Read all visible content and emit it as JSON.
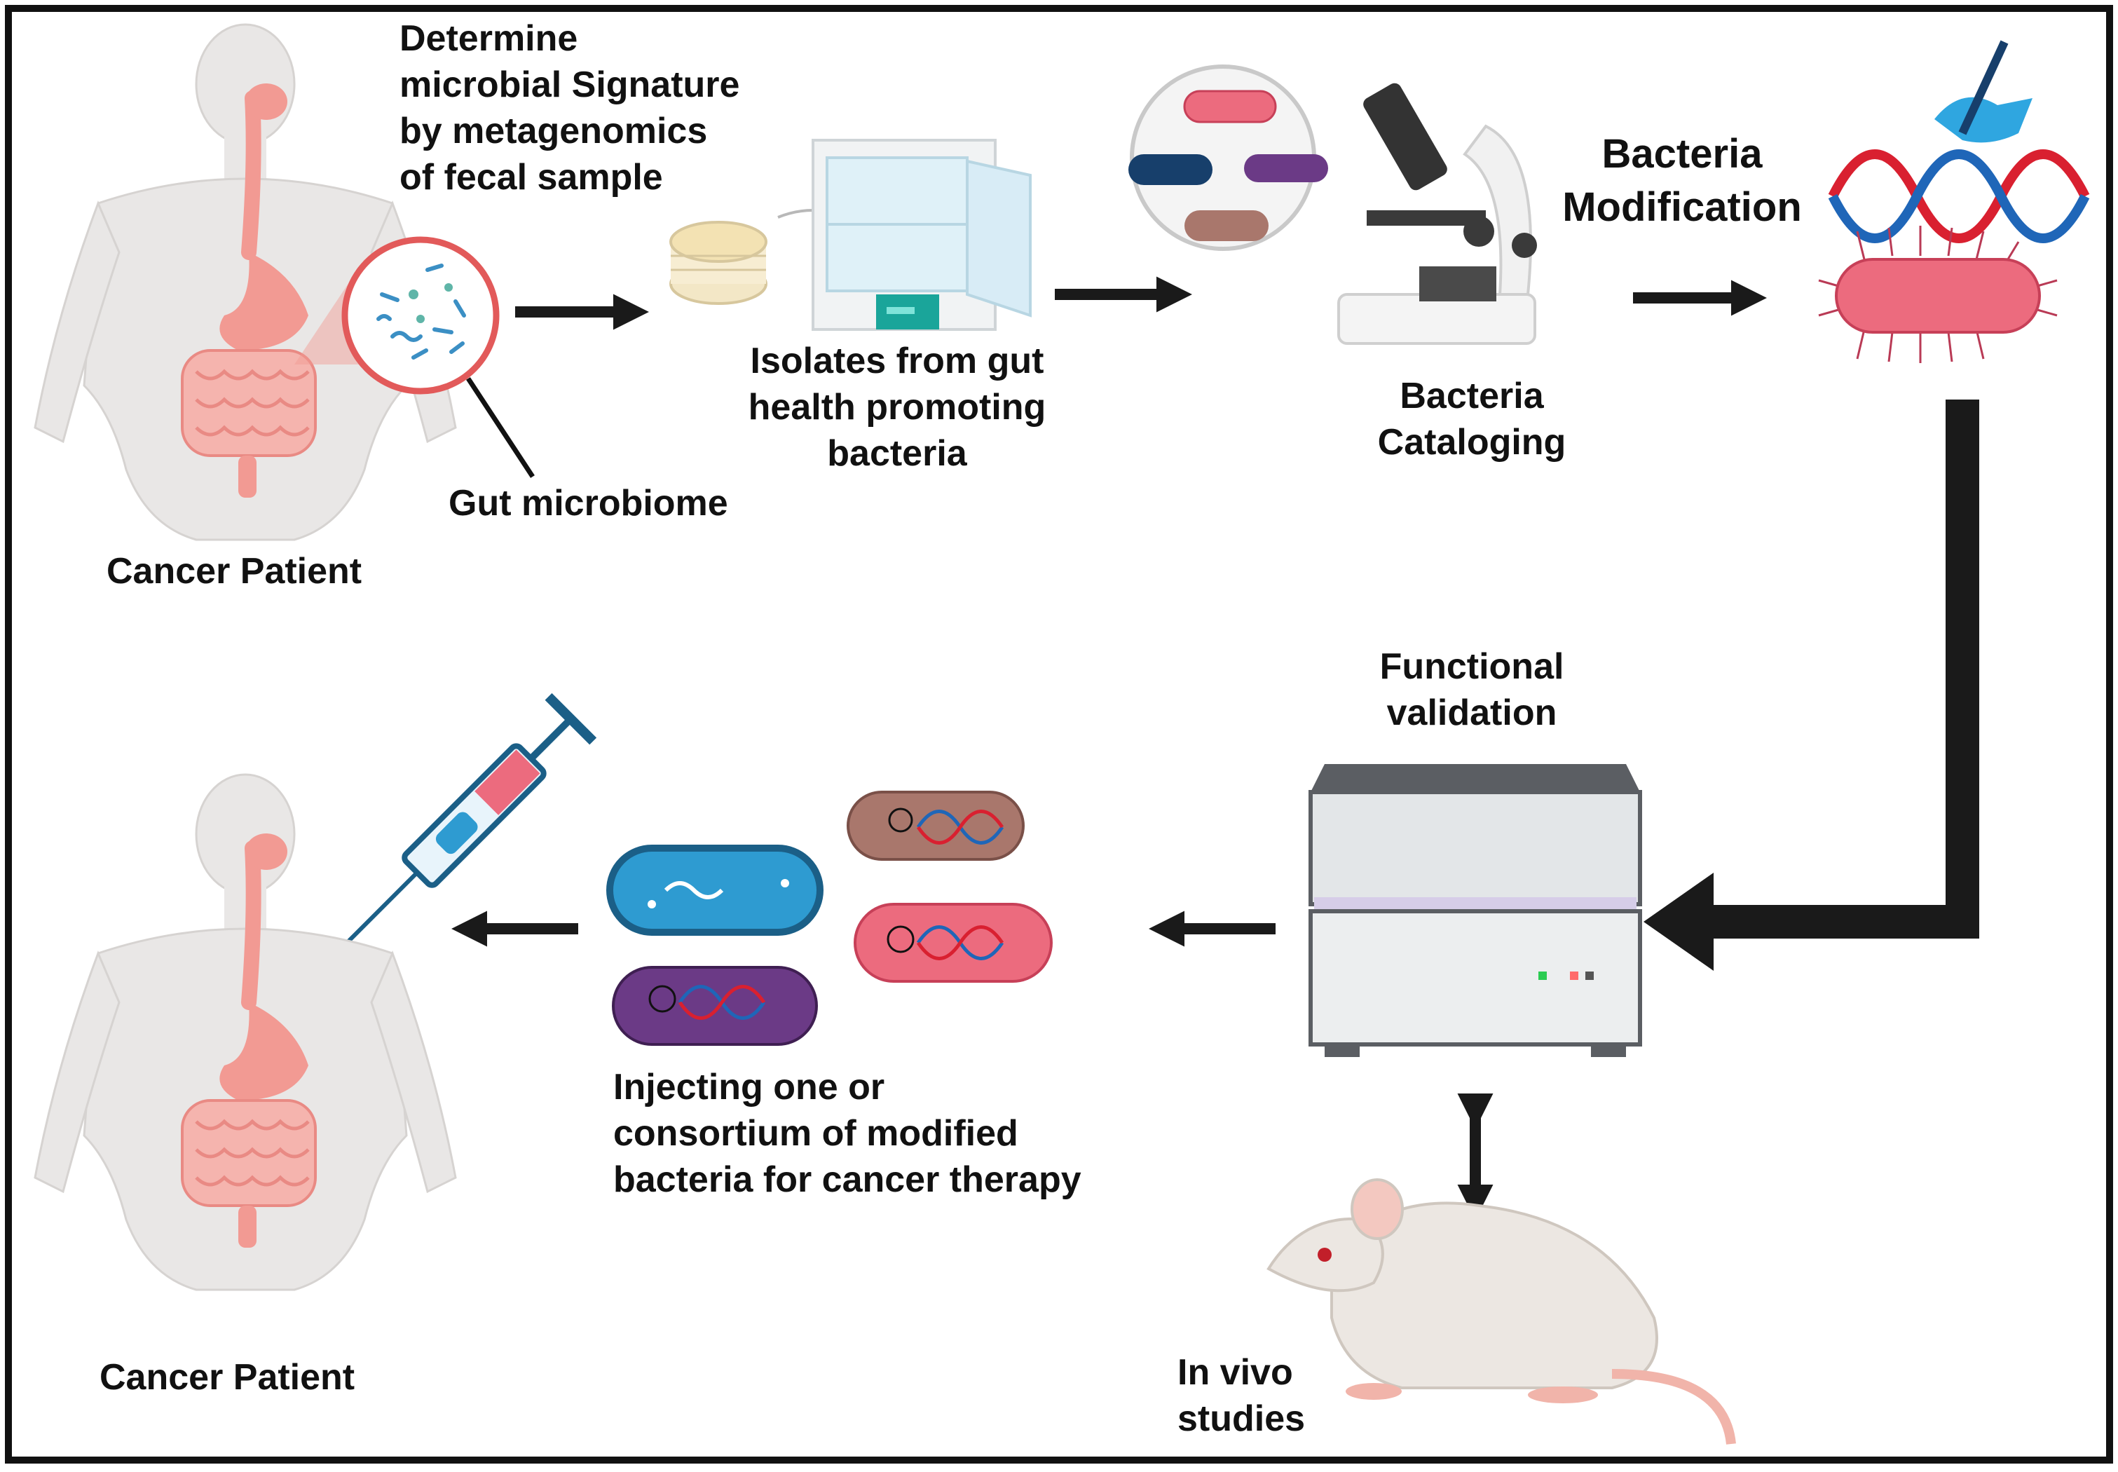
{
  "labels": {
    "determine_signature": "Determine\nmicrobial Signature\nby metagenomics\nof fecal sample",
    "gut_microbiome": "Gut microbiome",
    "cancer_patient_top": "Cancer Patient",
    "isolates": "Isolates from gut\nhealth promoting\nbacteria",
    "bacteria_cataloging": "Bacteria\nCataloging",
    "bacteria_modification": "Bacteria\nModification",
    "functional_validation": "Functional\nvalidation",
    "injecting": "Injecting one or\nconsortium of  modified\nbacteria for cancer therapy",
    "in_vivo": "In vivo\nstudies",
    "cancer_patient_bottom": "Cancer Patient"
  },
  "icons": [
    "human-body-icon",
    "gut-microbiome-magnifier-icon",
    "petri-dish-icon",
    "incubator-icon",
    "bacteria-lens-icon",
    "microscope-icon",
    "gene-editing-dna-icon",
    "bacterium-icon",
    "analyzer-machine-icon",
    "modified-bacteria-icon",
    "syringe-icon",
    "mouse-icon"
  ],
  "colors": {
    "border": "#111111",
    "arrow": "#1a1a1a",
    "skin": "#e9e7e6",
    "organ": "#f29a93",
    "bacteria_pink": "#e8566a",
    "bacteria_purple": "#6b3a86",
    "bacteria_brown": "#a9776c",
    "bacteria_blue": "#2e9bd1",
    "bacteria_navy": "#173f6b",
    "dna_red": "#d92030",
    "dna_blue": "#1f66b8",
    "teal": "#1aa59a"
  }
}
